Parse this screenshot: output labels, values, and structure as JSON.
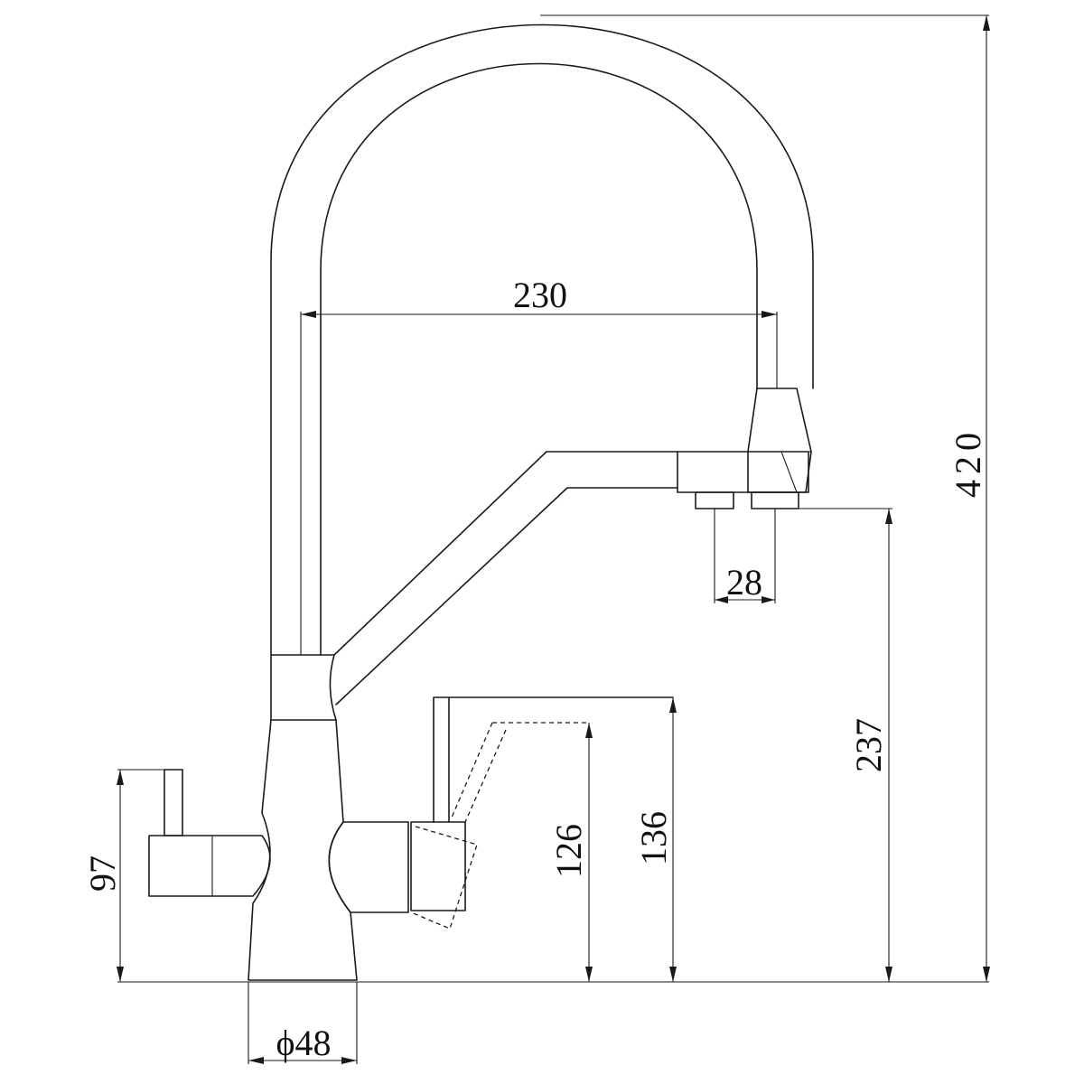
{
  "dimensions": {
    "spout_reach": "230",
    "total_height": "420",
    "outlet_spacing": "28",
    "outlet_height": "237",
    "lever_height": "97",
    "filter_spout_height_low": "126",
    "filter_spout_height_high": "136",
    "base_diameter": "ϕ48"
  }
}
